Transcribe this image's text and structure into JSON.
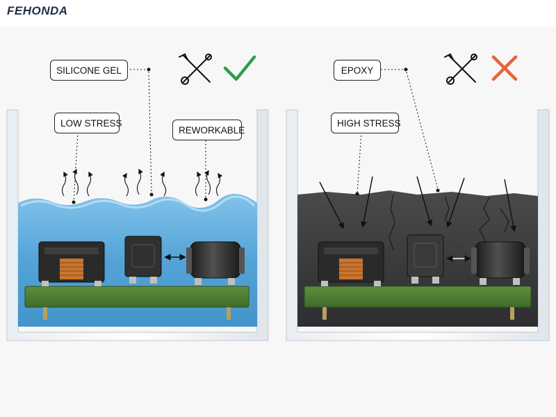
{
  "brand": {
    "name": "FEHONDA"
  },
  "left_panel": {
    "material_label": "SILICONE GEL",
    "callouts": [
      "LOW STRESS",
      "REWORKABLE"
    ],
    "verdict_icon": "check-icon",
    "tool_icon": "rework-tools-icon",
    "fill_color": "#4a9fd6",
    "verdict_color": "#2e9e48"
  },
  "right_panel": {
    "material_label": "EPOXY",
    "callouts": [
      "HIGH STRESS"
    ],
    "verdict_icon": "cross-icon",
    "tool_icon": "rework-tools-icon",
    "fill_color": "#3a3a3c",
    "verdict_color": "#e8623a"
  }
}
